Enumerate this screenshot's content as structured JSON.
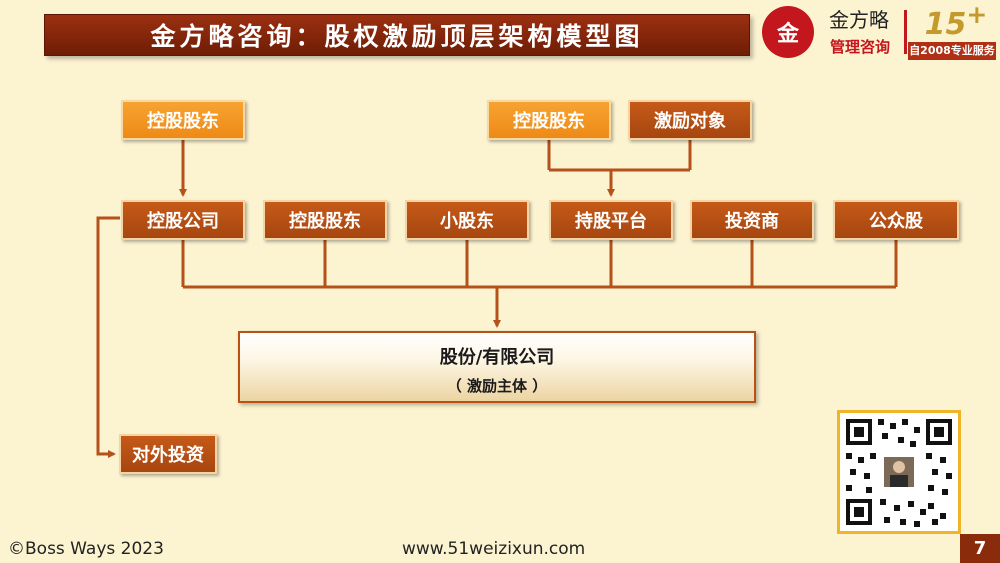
{
  "header": {
    "title": "金方略咨询：股权激励顶层架构模型图"
  },
  "logo": {
    "seal_glyph": "金",
    "brand": "金方略",
    "subtitle": "管理咨询",
    "badge_number": "15",
    "badge_plus": "+",
    "badge_text": "自2008专业服务"
  },
  "diagram": {
    "top_left": "控股股东",
    "top_right_1": "控股股东",
    "top_right_2": "激励对象",
    "mid": [
      "控股公司",
      "控股股东",
      "小股东",
      "持股平台",
      "投资商",
      "公众股"
    ],
    "entity_title": "股份/有限公司",
    "entity_subtitle": "（ 激励主体 ）",
    "outbound": "对外投资"
  },
  "footer": {
    "copyright": "©Boss Ways 2023",
    "url": "www.51weizixun.com",
    "page": "7"
  },
  "colors": {
    "title_bg": "#7a2208",
    "node_orange": "#f39a24",
    "node_brown": "#b34e13",
    "connector": "#b4521a",
    "background": "#fcf3d1"
  }
}
